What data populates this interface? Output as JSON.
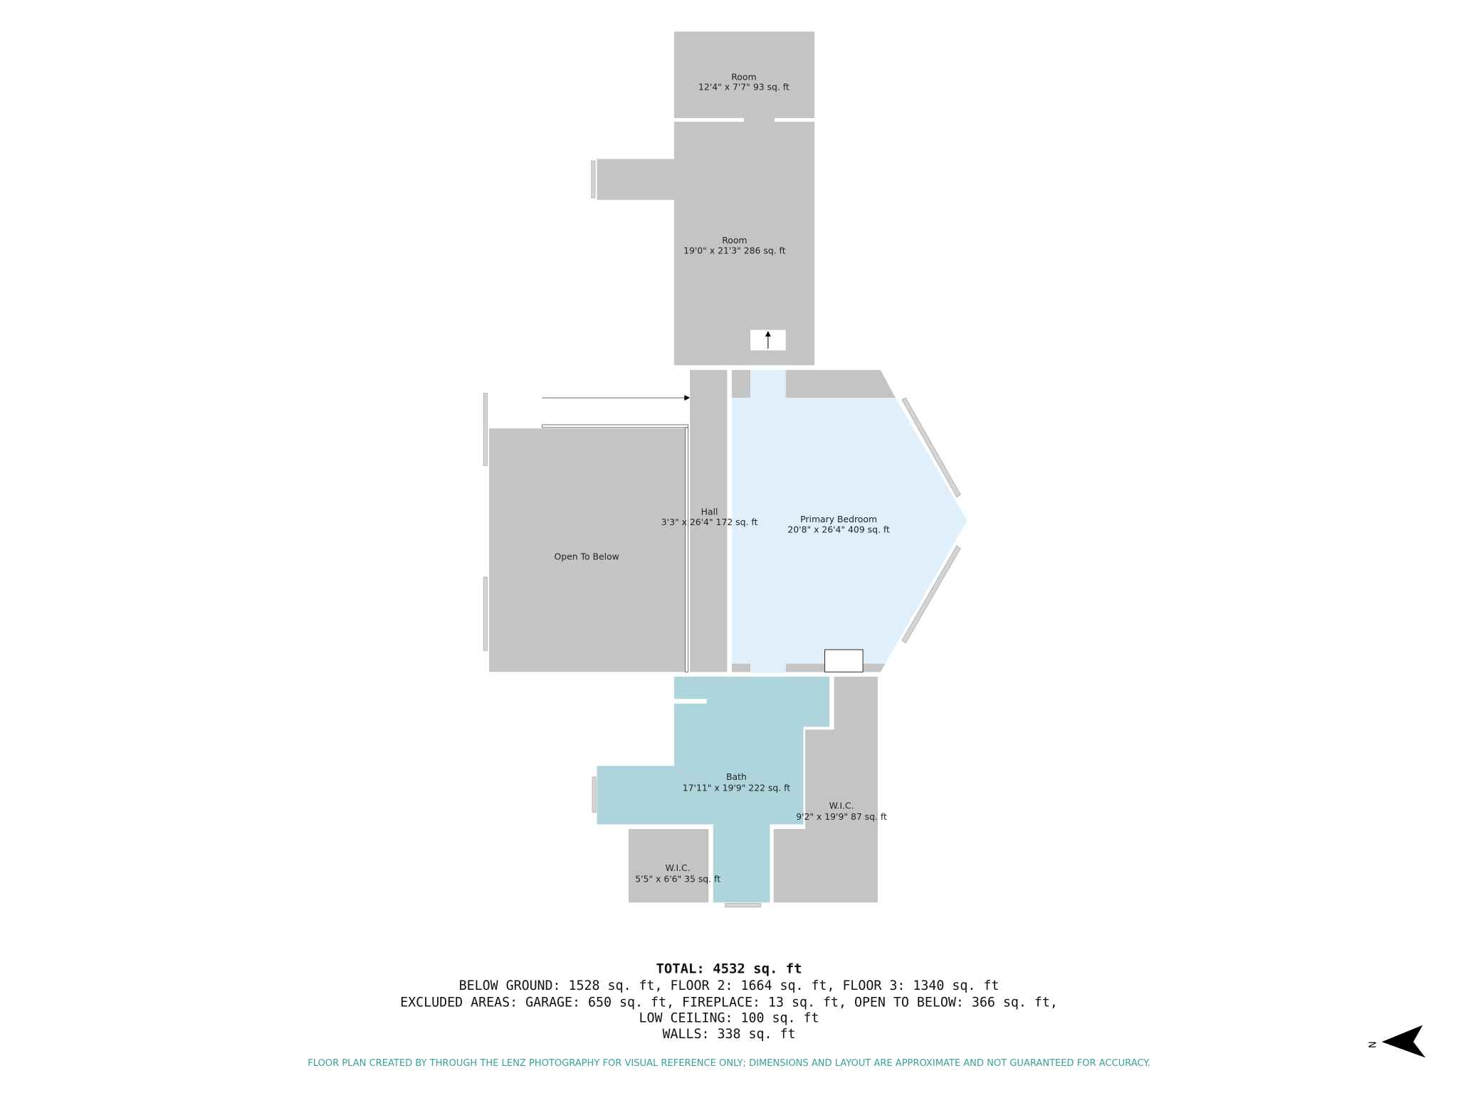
{
  "colors": {
    "room": "#c4c4c4",
    "bedroom": "#e0effc",
    "bath": "#aed4dc",
    "disclaimer": "#3aa195"
  },
  "rooms": [
    {
      "name": "Room",
      "dims": "12'4\" x 7'7\" 93 sq. ft"
    },
    {
      "name": "Room",
      "dims": "19'0\" x 21'3\" 286 sq. ft"
    },
    {
      "name": "Hall",
      "dims": "3'3\" x 26'4\" 172 sq. ft"
    },
    {
      "name": "Primary Bedroom",
      "dims": "20'8\" x 26'4\" 409 sq. ft"
    },
    {
      "name": "Open To Below",
      "dims": ""
    },
    {
      "name": "Bath",
      "dims": "17'11\" x 19'9\" 222 sq. ft"
    },
    {
      "name": "W.I.C.",
      "dims": "9'2\" x 19'9\" 87 sq. ft"
    },
    {
      "name": "W.I.C.",
      "dims": "5'5\" x 6'6\" 35 sq. ft"
    }
  ],
  "summary": {
    "total": "TOTAL: 4532 sq. ft",
    "floors": "BELOW GROUND: 1528 sq. ft, FLOOR 2: 1664 sq. ft, FLOOR 3: 1340 sq. ft",
    "excluded": "EXCLUDED AREAS: GARAGE: 650 sq. ft, FIREPLACE: 13 sq. ft, OPEN TO BELOW: 366 sq. ft,",
    "low_ceiling": "LOW CEILING: 100 sq. ft",
    "walls": "WALLS: 338 sq. ft"
  },
  "disclaimer": "FLOOR PLAN CREATED BY THROUGH THE LENZ PHOTOGRAPHY FOR VISUAL REFERENCE ONLY; DIMENSIONS AND LAYOUT ARE APPROXIMATE AND NOT GUARANTEED FOR ACCURACY.",
  "compass": {
    "label": "N",
    "icon": "north-arrow-icon"
  }
}
